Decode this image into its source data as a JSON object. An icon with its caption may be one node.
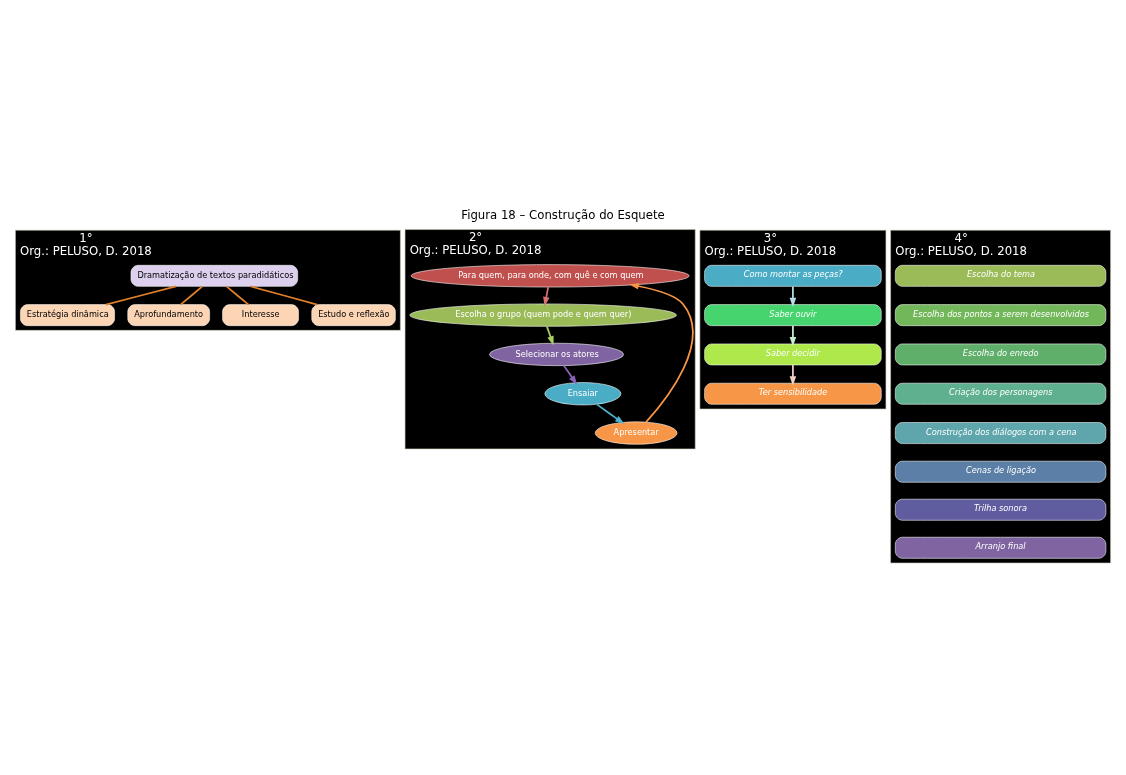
{
  "diagram": {
    "title": "Figura 18 – Construção do Esquete",
    "nodes": [
      {
        "text": [
          "1°",
          "Org.: PELUSO, D. 2018"
        ]
      },
      {
        "text": [
          "Dramatização de textos paradidáticos"
        ],
        "in": 0
      },
      {
        "text": [
          "Estratégia dinâmica"
        ],
        "in": 0
      },
      {
        "text": [
          "Aprofundamento"
        ],
        "in": 0
      },
      {
        "text": [
          "Interesse"
        ],
        "in": 0
      },
      {
        "text": [
          "Estudo e reflexão"
        ],
        "in": 0
      },
      {
        "text": [
          "2°",
          "Org.: PELUSO, D. 2018"
        ]
      },
      {
        "text": [
          "Para quem, para onde, com quê e com quem"
        ],
        "in": 6
      },
      {
        "text": [
          "Apresentar"
        ],
        "in": 6
      },
      {
        "text": [
          "Escolha o grupo (quem pode e quem quer)"
        ],
        "in": 6
      },
      {
        "text": [
          "Ensaiar"
        ],
        "in": 6
      },
      {
        "text": [
          "Selecionar os atores"
        ],
        "in": 6
      },
      {
        "text": [
          "3°",
          "Org.: PELUSO, D. 2018"
        ]
      },
      {
        "text": [
          "Como montar as peças?"
        ],
        "in": 12
      },
      {
        "text": [
          "Saber ouvir"
        ],
        "in": 12
      },
      {
        "text": [
          "Saber decidir"
        ],
        "in": 12
      },
      {
        "text": [
          "Ter sensibilidade"
        ],
        "in": 12
      },
      {
        "text": [
          "4°",
          "Org.: PELUSO, D. 2018"
        ]
      },
      {
        "text": [
          "Escolha do tema"
        ],
        "in": 17
      },
      {
        "text": [
          "Escolha dos pontos a serem desenvolvidos"
        ],
        "in": 17
      },
      {
        "text": [
          "Escolha do enredo"
        ],
        "in": 17
      },
      {
        "text": [
          "Criação dos personagens"
        ],
        "in": 17
      },
      {
        "text": [
          "Construção dos diálogos com a cena"
        ],
        "in": 17
      },
      {
        "text": [
          "Cenas de ligação"
        ],
        "in": 17
      },
      {
        "text": [
          "Trilha sonora"
        ],
        "in": 17
      },
      {
        "text": [
          "Arranjo final"
        ],
        "in": 17
      }
    ],
    "edges": [
      {
        "from": 1,
        "to": 2,
        "arrow": "none",
        "color": "#e0802a"
      },
      {
        "from": 1,
        "to": 3,
        "arrow": "none",
        "color": "#e0802a"
      },
      {
        "from": 1,
        "to": 4,
        "arrow": "none",
        "color": "#e0802a"
      },
      {
        "from": 1,
        "to": 5,
        "arrow": "none",
        "color": "#e0802a"
      },
      {
        "from": 7,
        "to": 9,
        "arrow": "to",
        "color": "#d9706f"
      },
      {
        "from": 9,
        "to": 11,
        "arrow": "to",
        "color": "#a8cf60"
      },
      {
        "from": 11,
        "to": 10,
        "arrow": "to",
        "color": "#8a63b8"
      },
      {
        "from": 10,
        "to": 8,
        "arrow": "to",
        "color": "#4ab4cc"
      },
      {
        "from": 8,
        "to": 7,
        "arrow": "to",
        "color": "#f79646"
      },
      {
        "from": 13,
        "to": 14,
        "arrow": "to",
        "color": "#b7dde8"
      },
      {
        "from": 14,
        "to": 15,
        "arrow": "to",
        "color": "#c6efce"
      },
      {
        "from": 15,
        "to": 16,
        "arrow": "to",
        "color": "#f2d0c0"
      }
    ]
  }
}
